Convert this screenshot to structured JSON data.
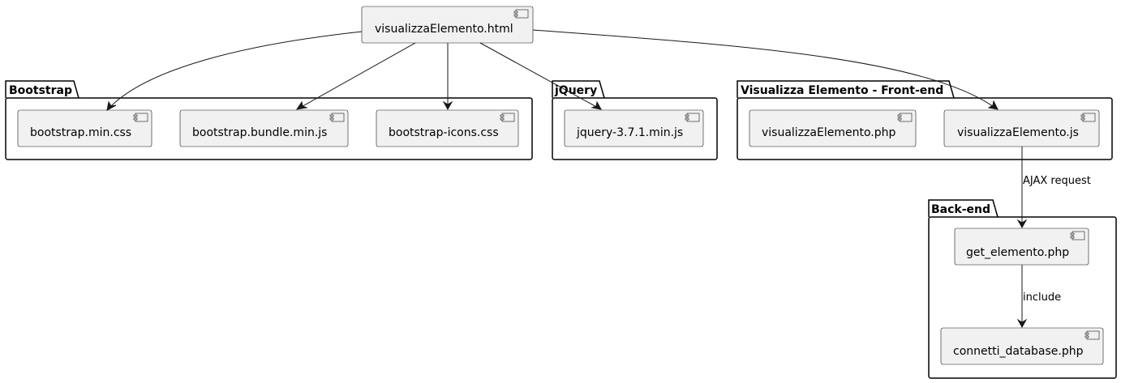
{
  "packages": {
    "bootstrap": "Bootstrap",
    "jquery": "jQuery",
    "frontend": "Visualizza Elemento - Front-end",
    "backend": "Back-end"
  },
  "components": {
    "html_page": "visualizzaElemento.html",
    "bootstrap_css": "bootstrap.min.css",
    "bootstrap_js": "bootstrap.bundle.min.js",
    "bootstrap_icons": "bootstrap-icons.css",
    "jquery_js": "jquery-3.7.1.min.js",
    "frontend_php": "visualizzaElemento.php",
    "frontend_js": "visualizzaElemento.js",
    "get_elemento": "get_elemento.php",
    "connetti_db": "connetti_database.php"
  },
  "edges": {
    "ajax_label": "AJAX request",
    "include_label": "include"
  },
  "icons": {
    "component": "component-icon"
  }
}
